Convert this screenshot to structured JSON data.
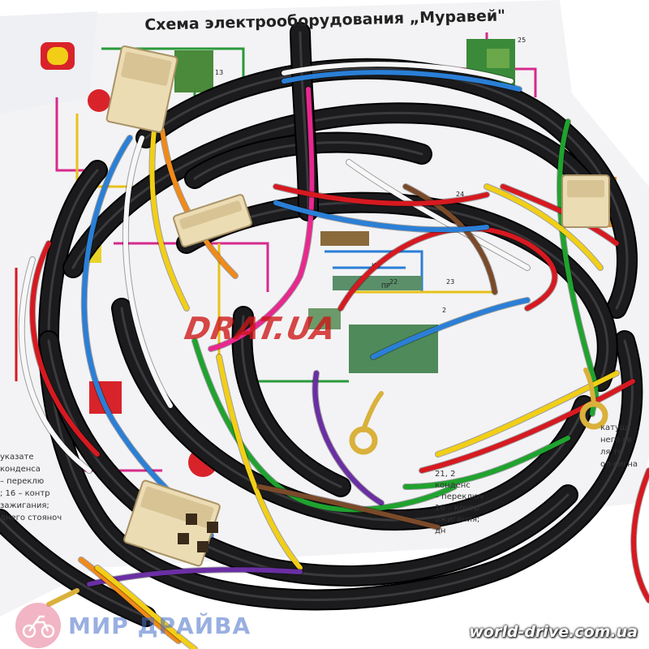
{
  "diagram": {
    "title": "Схема электрооборудования „Муравей\"",
    "legend_right_lines": [
      "21, 2",
      "конденс",
      "– переключ",
      "16 – контр",
      "ожигания;",
      "дн"
    ],
    "legend_left_lines": [
      "указате",
      "конденса",
      "– переклю",
      "; 16 – контр",
      "зажигания; ",
      "днего стояноч"
    ],
    "legend_edge_lines": [
      "катуш",
      "него св",
      "ля те",
      "ол-сигна"
    ]
  },
  "watermark": "DRAT.UA",
  "brand": {
    "name": "МИР ДРАЙВА"
  },
  "site_url": "world-drive.com.ua",
  "colors": {
    "sheath": "#1b1b1d",
    "paper": "#f4f4f6",
    "wire_blue": "#2a7fd6",
    "wire_yellow": "#f2cf16",
    "wire_red": "#d71920",
    "wire_green": "#1fa32e",
    "wire_pink": "#e8288f",
    "wire_brown": "#7a4a2a",
    "wire_purple": "#6a2fa3",
    "wire_white": "#f7f7f7",
    "wire_orange": "#f08a1a",
    "connector": "#ecdcb4",
    "terminal_brass": "#d9b13b"
  }
}
